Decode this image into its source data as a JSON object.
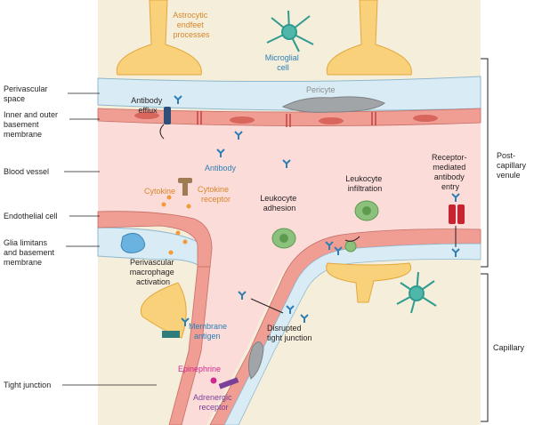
{
  "labels": {
    "astrocytic": [
      "Astrocytic",
      "endfeet",
      "processes"
    ],
    "microglial": [
      "Microglial",
      "cell"
    ],
    "pericyte": "Pericyte",
    "antibody_efflux": [
      "Antibody",
      "efflux"
    ],
    "antibody": "Antibody",
    "cytokine": "Cytokine",
    "cytokine_receptor": [
      "Cytokine",
      "receptor"
    ],
    "leukocyte_adhesion": [
      "Leukocyte",
      "adhesion"
    ],
    "leukocyte_infiltration": [
      "Leukocyte",
      "infiltration"
    ],
    "receptor_mediated": [
      "Receptor-",
      "mediated",
      "antibody",
      "entry"
    ],
    "perivascular_macrophage": [
      "Perivascular",
      "macrophage",
      "activation"
    ],
    "membrane_antigen": [
      "Membrane",
      "antigen"
    ],
    "disrupted_tight_junction": [
      "Disrupted",
      "tight junction"
    ],
    "epinephrine": "Epinephrine",
    "adrenergic_receptor": [
      "Adrenergic",
      "receptor"
    ]
  },
  "side_labels": {
    "perivascular_space": [
      "Perivascular",
      "space"
    ],
    "basement_membrane": [
      "Inner and outer",
      "basement",
      "membrane"
    ],
    "blood_vessel": "Blood vessel",
    "endothelial_cell": "Endothelial cell",
    "glia_limitans": [
      "Glia limitans",
      "and basement",
      "membrane"
    ],
    "tight_junction": "Tight junction"
  },
  "right_labels": {
    "post_capillary_venule": [
      "Post-",
      "capillary",
      "venule"
    ],
    "capillary": "Capillary"
  },
  "colors": {
    "background": "#f4eedb",
    "blood": "#fbdcd9",
    "endothelium": "#f09d94",
    "perivascular": "#d9ecf5",
    "astrocyte": "#f9d17a",
    "microglia": "#4fb7aa",
    "pericyte": "#a2a5a8",
    "leukocyte": "#8cc07d",
    "macrophage": "#6ab2df",
    "antibody": "#2e7fb5",
    "orange_text": "#d8862a",
    "epinephrine": "#d0288f",
    "adrenergic": "#7b3f98",
    "receptor_red": "#c52430"
  },
  "icons": [
    "astrocyte-icon",
    "microglia-icon",
    "pericyte-icon",
    "antibody-icon",
    "leukocyte-icon",
    "macrophage-icon"
  ]
}
